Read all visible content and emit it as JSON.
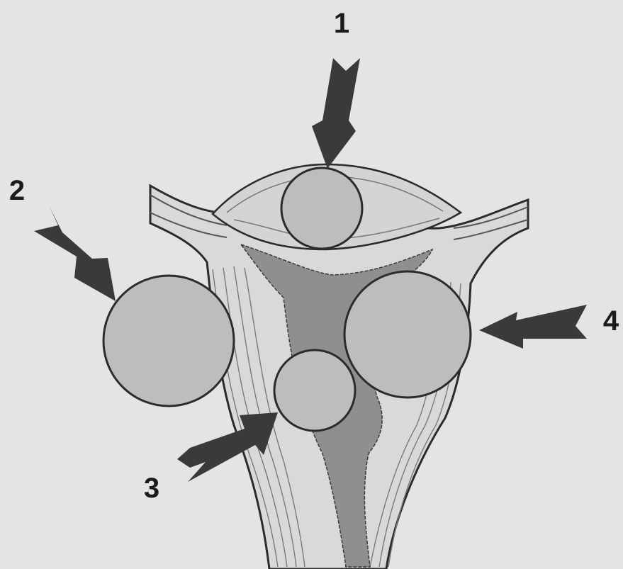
{
  "labels": {
    "one": "1",
    "two": "2",
    "three": "3",
    "four": "4"
  },
  "colors": {
    "background": "#e4e4e2",
    "tissue": "#d9d9d7",
    "cavity": "#8f8f8d",
    "node_fill": "#bdbdbb",
    "outline": "#2b2b2b",
    "arrow": "#3a3a3a"
  }
}
